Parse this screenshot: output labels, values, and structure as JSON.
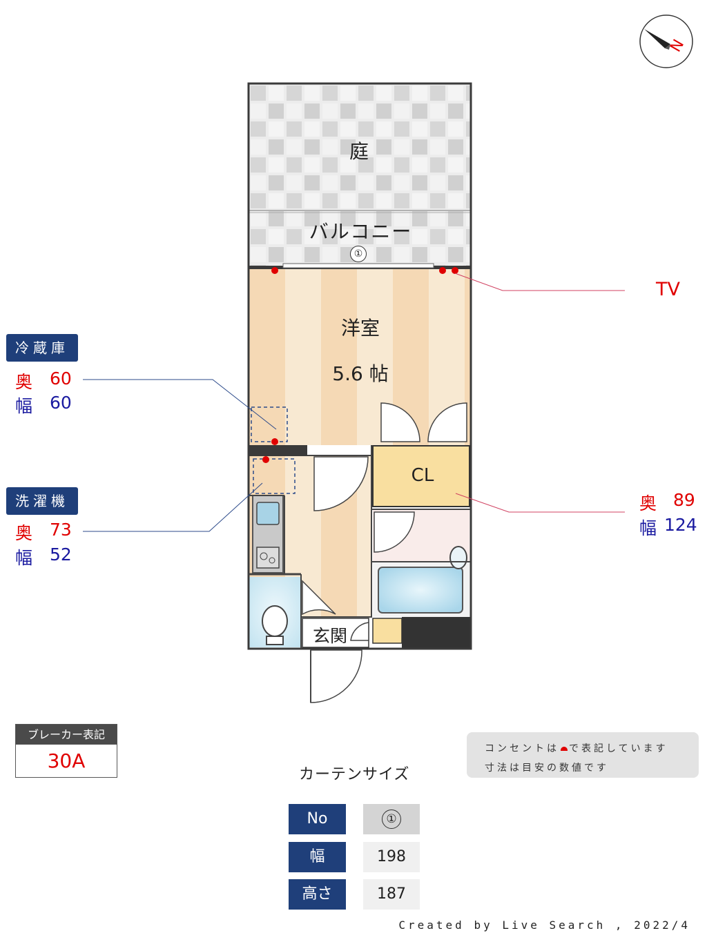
{
  "compass": {
    "north_letter": "N"
  },
  "rooms": {
    "garden": "庭",
    "balcony": "バルコニー",
    "western_room": "洋室",
    "western_room_size": "5.6 帖",
    "closet": "CL",
    "entrance": "玄関"
  },
  "window_marker": "①",
  "tv_label": "TV",
  "fridge": {
    "title": "冷蔵庫",
    "depth_label": "奥",
    "depth": "60",
    "width_label": "幅",
    "width": "60"
  },
  "washer": {
    "title": "洗濯機",
    "depth_label": "奥",
    "depth": "73",
    "width_label": "幅",
    "width": "52"
  },
  "closet_dims": {
    "depth_label": "奥",
    "depth": "89",
    "width_label": "幅",
    "width": "124"
  },
  "breaker": {
    "label": "ブレーカー表記",
    "value": "30A"
  },
  "note": {
    "line1_before": "コンセントは",
    "line1_after": "で表記しています",
    "line2": "寸法は目安の数値です"
  },
  "curtain": {
    "title": "カーテンサイズ",
    "rows": [
      {
        "label": "No",
        "value": "①"
      },
      {
        "label": "幅",
        "value": "198"
      },
      {
        "label": "高さ",
        "value": "187"
      }
    ]
  },
  "footer": "Created by Live Search , 2022/4",
  "colors": {
    "navy": "#1f3f7a",
    "red": "#e00000",
    "blue": "#1a1aa0",
    "floor_stripe_a": "#f5d9b5",
    "floor_stripe_b": "#f8e7cc",
    "closet_fill": "#f9dfa0",
    "wall": "#3a3a3a"
  }
}
